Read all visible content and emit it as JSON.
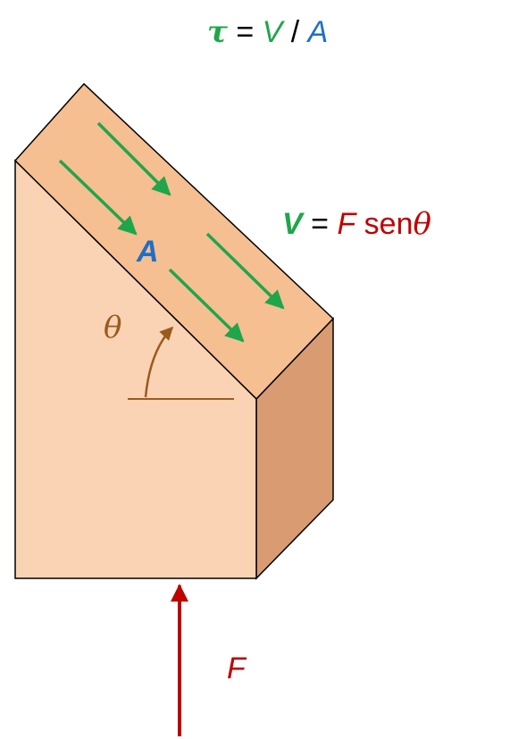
{
  "formula_tau": {
    "tau": "τ",
    "eq": " = ",
    "V": "V",
    "slash": " / ",
    "A": "A"
  },
  "formula_V": {
    "V": "V",
    "eq": " = ",
    "F": "F",
    "sen": " sen",
    "theta": "θ"
  },
  "labels": {
    "area": "A",
    "angle": "θ",
    "force": "F"
  },
  "colors": {
    "green": "#1fa64a",
    "blue": "#1f6fc5",
    "red": "#c00000",
    "brown": "#9a5a1e",
    "block_front": "#f9d3b4",
    "block_top": "#f6bf91",
    "block_side": "#d89b72"
  }
}
